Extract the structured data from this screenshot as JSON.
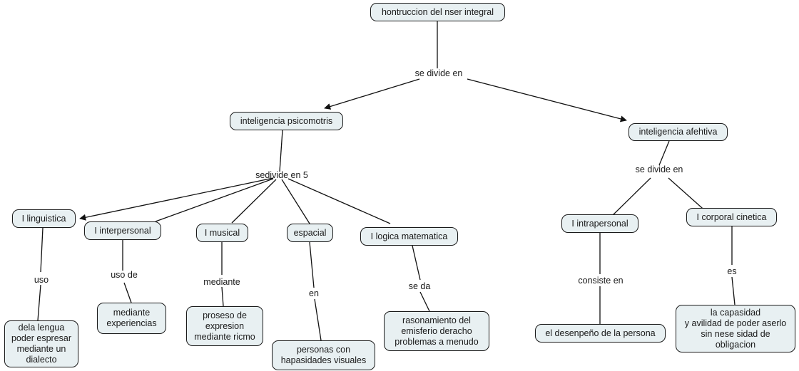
{
  "diagram": {
    "title": "Concept map - hontruccion del nser integral",
    "node_fill": "#e8f0f2",
    "node_stroke": "#1a1a1a",
    "background": "#ffffff",
    "nodes": [
      {
        "id": "root",
        "text": "hontruccion del nser integral"
      },
      {
        "id": "psicomotris",
        "text": "inteligencia psicomotris"
      },
      {
        "id": "afehtiva",
        "text": "inteligencia afehtiva"
      },
      {
        "id": "linguistica",
        "text": "I linguistica"
      },
      {
        "id": "interpersonal",
        "text": "I interpersonal"
      },
      {
        "id": "musical",
        "text": "I musical"
      },
      {
        "id": "espacial",
        "text": "espacial"
      },
      {
        "id": "logica",
        "text": "I logica matematica"
      },
      {
        "id": "intrapersonal",
        "text": "I intrapersonal"
      },
      {
        "id": "corporal",
        "text": "I corporal cinetica"
      },
      {
        "id": "dialecto",
        "text": "dela lengua\npoder espresar\nmediante un\ndialecto"
      },
      {
        "id": "experiencias",
        "text": "mediante\nexperiencias"
      },
      {
        "id": "ricmo",
        "text": "proseso de\nexpresion\nmediante ricmo"
      },
      {
        "id": "visuales",
        "text": "personas con\nhapasidades visuales"
      },
      {
        "id": "emisferio",
        "text": "rasonamiento del\nemisferio deracho\nproblemas a menudo"
      },
      {
        "id": "desenpeno",
        "text": "el desenpeño de la persona"
      },
      {
        "id": "capasidad",
        "text": "la capasidad\ny avilidad de poder aserlo\nsin nese sidad de\nobligacion"
      }
    ],
    "link_labels": [
      {
        "id": "l-root-split",
        "text": "se divide en"
      },
      {
        "id": "l-psico-split",
        "text": "sedivide en 5"
      },
      {
        "id": "l-afeh-split",
        "text": "se divide en"
      },
      {
        "id": "l-uso",
        "text": "uso"
      },
      {
        "id": "l-uso-de",
        "text": "uso de"
      },
      {
        "id": "l-mediante",
        "text": "mediante"
      },
      {
        "id": "l-en",
        "text": "en"
      },
      {
        "id": "l-se-da",
        "text": "se da"
      },
      {
        "id": "l-consiste-en",
        "text": "consiste en"
      },
      {
        "id": "l-es",
        "text": "es"
      }
    ]
  }
}
